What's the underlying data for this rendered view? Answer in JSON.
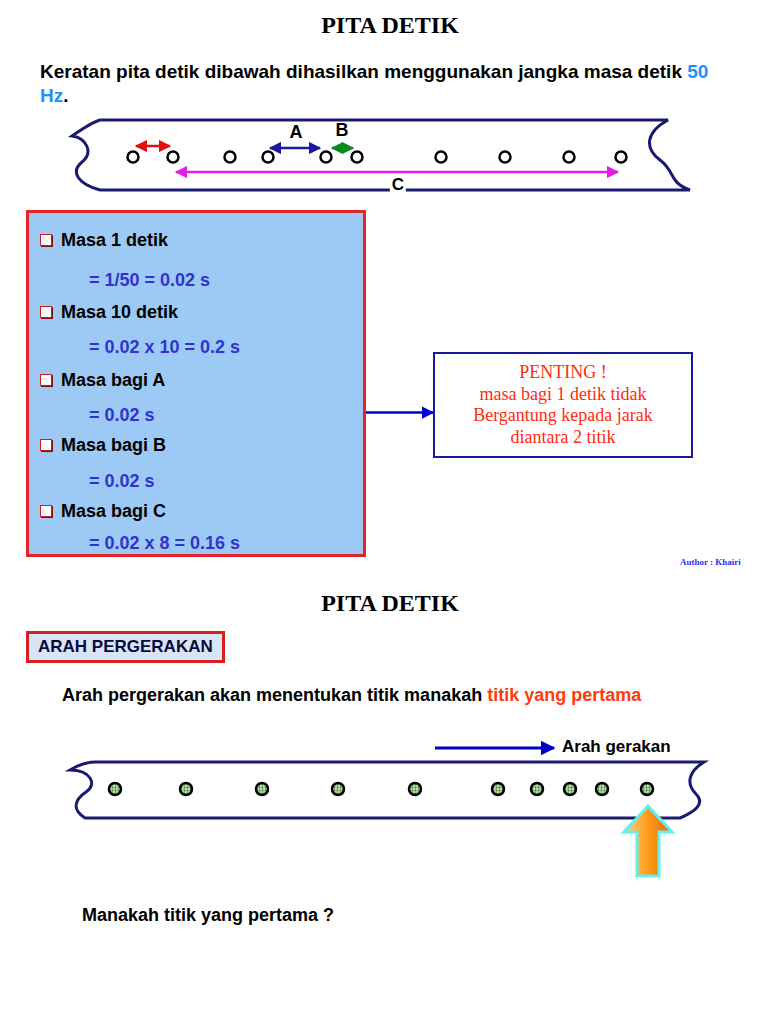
{
  "diagram": {
    "title": "PITA DETIK",
    "nodes": [
      {
        "text": [
          "Masa 1 detik",
          "= 1/50 = 0.02 s",
          "Masa 10 detik",
          "= 0.02 x 10 = 0.2 s",
          "Masa bagi A",
          "= 0.02 s",
          "Masa bagi B",
          "= 0.02 s",
          "Masa bagi C",
          "= 0.02 x 8 = 0.16 s"
        ]
      },
      {
        "text": [
          "PENTING !",
          "masa bagi 1 detik tidak Bergantung kepada jarak diantara 2 titik"
        ]
      },
      {
        "text": [
          "ARAH PERGERAKAN"
        ]
      }
    ],
    "edges": [
      {
        "from": 0,
        "to": 1,
        "arrow": "to"
      }
    ],
    "labels": [
      "Keratan pita detik dibawah dihasilkan menggunakan jangka masa detik",
      "50 Hz",
      ".",
      "A",
      "B",
      "C",
      "Author : Khairi",
      "PITA DETIK",
      "Arah pergerakan akan menentukan titik manakah",
      "titik yang pertama",
      "Arah gerakan",
      "Manakah titik yang pertama ?"
    ]
  }
}
